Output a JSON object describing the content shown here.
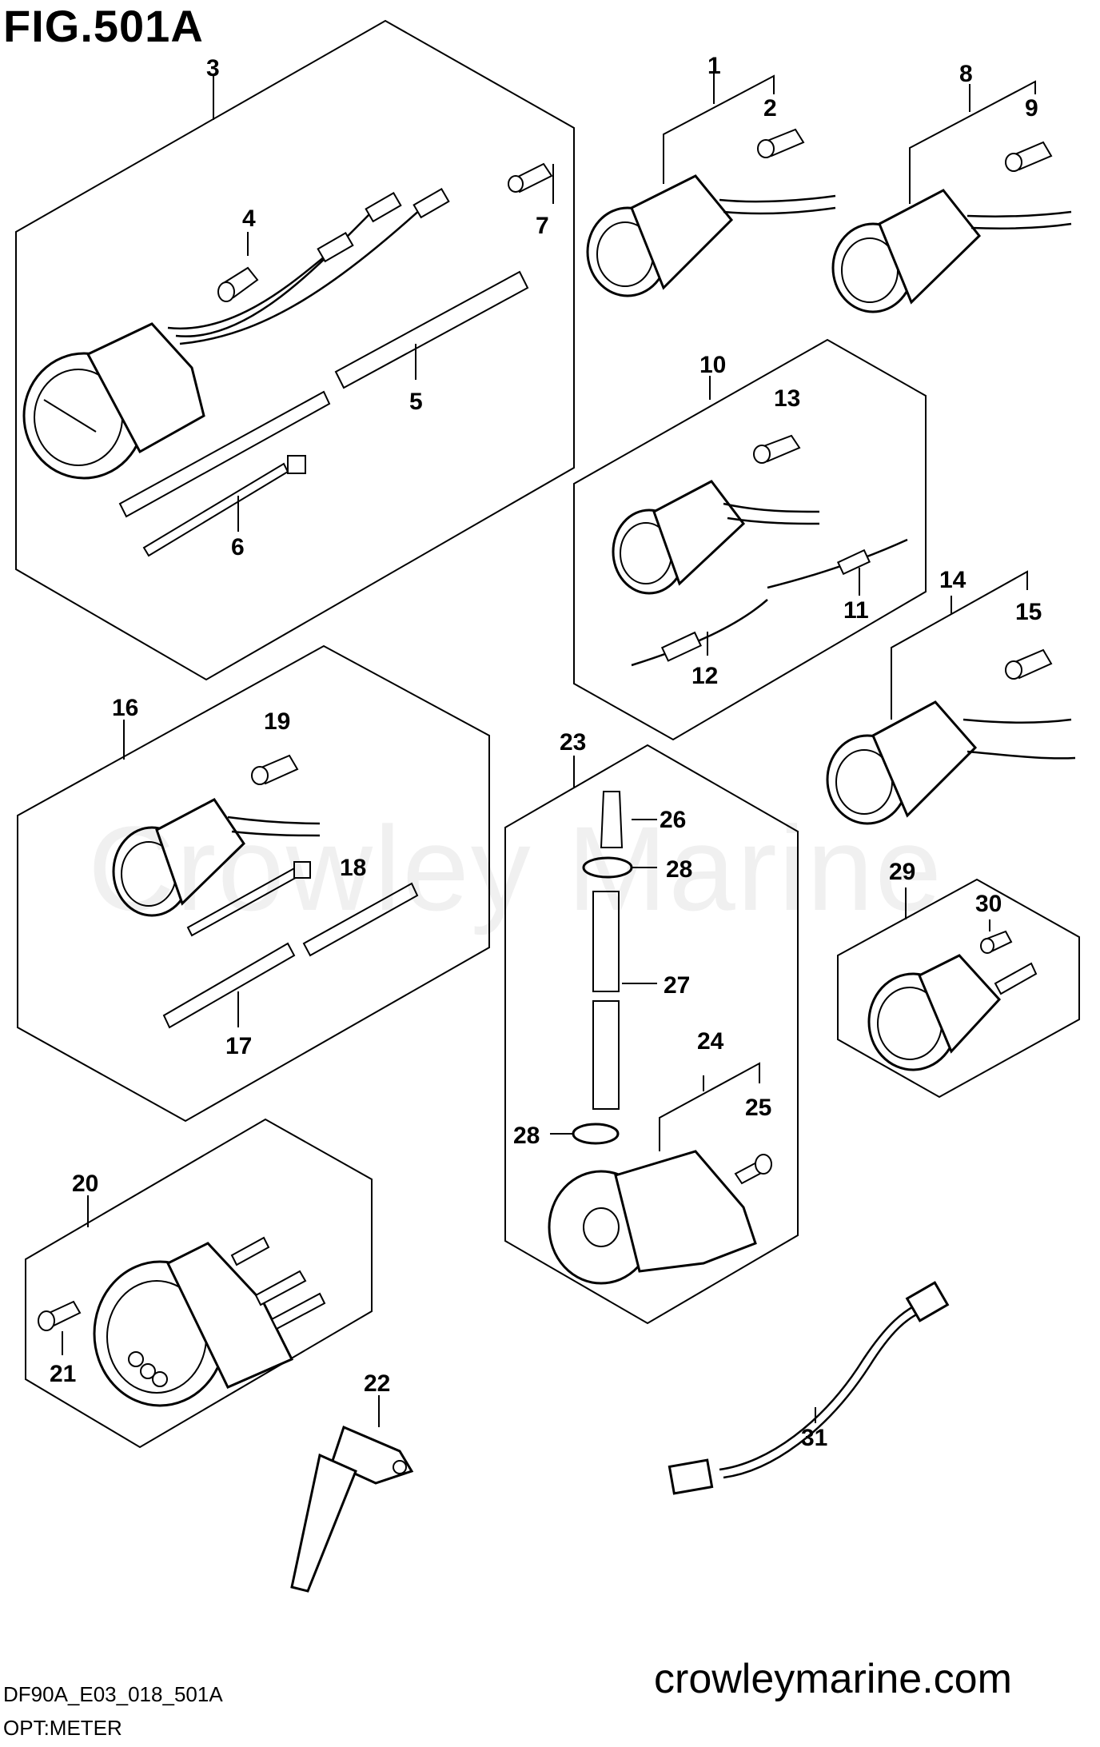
{
  "header": {
    "figure_title": "FIG.501A"
  },
  "footer": {
    "diagram_code": "DF90A_E03_018_501A",
    "subtitle": "OPT:METER",
    "website": "crowleymarine.com"
  },
  "watermark": "Crowley Marine",
  "callouts": {
    "n1": "1",
    "n2": "2",
    "n3": "3",
    "n4": "4",
    "n5": "5",
    "n6": "6",
    "n7": "7",
    "n8": "8",
    "n9": "9",
    "n10": "10",
    "n11": "11",
    "n12": "12",
    "n13": "13",
    "n14": "14",
    "n15": "15",
    "n16": "16",
    "n17": "17",
    "n18": "18",
    "n19": "19",
    "n20": "20",
    "n21": "21",
    "n22": "22",
    "n23": "23",
    "n24": "24",
    "n25": "25",
    "n26": "26",
    "n27": "27",
    "n28a": "28",
    "n28b": "28",
    "n29": "29",
    "n30": "30",
    "n31": "31"
  },
  "colors": {
    "line": "#000000",
    "background": "#ffffff"
  }
}
